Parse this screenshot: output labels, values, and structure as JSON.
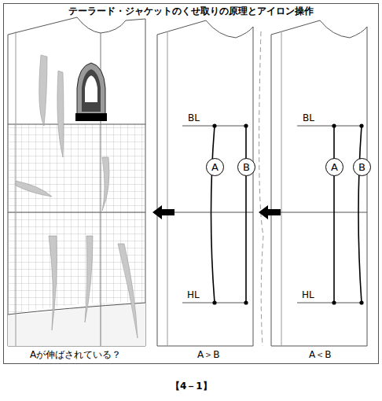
{
  "diagram": {
    "title": "テーラード・ジャケットのくせ取りの原理とアイロン操作",
    "caption": "【4－1】",
    "nodes": [
      {
        "text": [
          "A"
        ]
      },
      {
        "text": [
          "B"
        ]
      },
      {
        "text": [
          "A"
        ]
      },
      {
        "text": [
          "B"
        ]
      }
    ],
    "labels": [
      "BL",
      "HL",
      "BL",
      "HL",
      "Aが伸ばされている？",
      "A＞B",
      "A＜B"
    ]
  }
}
